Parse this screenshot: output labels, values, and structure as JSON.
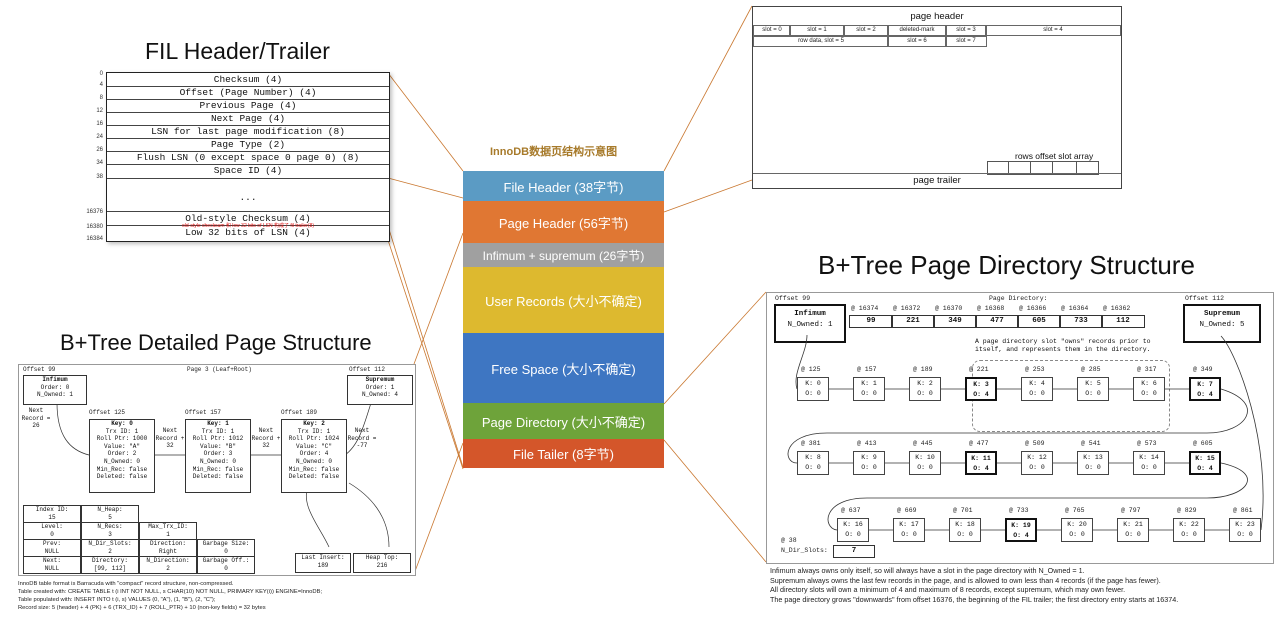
{
  "fil": {
    "title": "FIL Header/Trailer",
    "offsets": [
      "0",
      "4",
      "8",
      "12",
      "16",
      "24",
      "26",
      "34",
      "38",
      "16376",
      "16380",
      "16384"
    ],
    "rows": [
      "Checksum (4)",
      "Offset (Page Number) (4)",
      "Previous Page (4)",
      "Next Page (4)",
      "LSN for last page modification (8)",
      "Page Type (2)",
      "Flush LSN (0 except space 0 page 0) (8)",
      "Space ID (4)",
      "...",
      "Old-style Checksum (4)",
      "Low 32 bits of LSN (4)"
    ],
    "red_note": "old-style checksum 和 low 32 bits of LSN 构成了 fil trailer(8)"
  },
  "stack": {
    "title": "InnoDB数据页结构示意图",
    "segments": [
      {
        "label": "File Header (38字节)",
        "color": "#5b9bc4"
      },
      {
        "label": "Page Header (56字节)",
        "color": "#e07733"
      },
      {
        "label": "Infimum + supremum (26字节)",
        "color": "#a0a0a0"
      },
      {
        "label": "User Records (大小不确定)",
        "color": "#ddb92f"
      },
      {
        "label": "Free Space (大小不确定)",
        "color": "#3e76c2"
      },
      {
        "label": "Page Directory (大小不确定)",
        "color": "#6ea33a"
      },
      {
        "label": "File Tailer (8字节)",
        "color": "#d4562a"
      }
    ]
  },
  "page": {
    "header": "page header",
    "row1": [
      "slot = 0",
      "slot = 1",
      "slot = 2",
      "deleted-mark",
      "slot = 3",
      "slot = 4"
    ],
    "row2": [
      "row data, slot = 5",
      "slot = 6",
      "slot = 7"
    ],
    "offset_array": "rows offset slot array",
    "trailer": "page trailer"
  },
  "dir": {
    "title": "B+Tree Page Directory Structure",
    "offset99": "Offset 99",
    "offset112": "Offset 112",
    "pd_label": "Page Directory:",
    "pd_addrs": [
      "@ 16374",
      "@ 16372",
      "@ 16370",
      "@ 16368",
      "@ 16366",
      "@ 16364",
      "@ 16362"
    ],
    "pd_vals": [
      "99",
      "221",
      "349",
      "477",
      "605",
      "733",
      "112"
    ],
    "infimum": "Infimum",
    "infimum_owned": "N_Owned: 1",
    "supremum": "Supremum",
    "supremum_owned": "N_Owned: 5",
    "owns_note": "A page directory slot \"owns\" records prior to itself, and represents them in the directory.",
    "rows": [
      [
        {
          "at": "@ 125",
          "k": "K: 0",
          "o": "O: 0"
        },
        {
          "at": "@ 157",
          "k": "K: 1",
          "o": "O: 0"
        },
        {
          "at": "@ 189",
          "k": "K: 2",
          "o": "O: 0"
        },
        {
          "at": "@ 221",
          "k": "K: 3",
          "o": "O: 4",
          "b": 1
        },
        {
          "at": "@ 253",
          "k": "K: 4",
          "o": "O: 0"
        },
        {
          "at": "@ 285",
          "k": "K: 5",
          "o": "O: 0"
        },
        {
          "at": "@ 317",
          "k": "K: 6",
          "o": "O: 0"
        },
        {
          "at": "@ 349",
          "k": "K: 7",
          "o": "O: 4",
          "b": 1
        }
      ],
      [
        {
          "at": "@ 381",
          "k": "K: 8",
          "o": "O: 0"
        },
        {
          "at": "@ 413",
          "k": "K: 9",
          "o": "O: 0"
        },
        {
          "at": "@ 445",
          "k": "K: 10",
          "o": "O: 0"
        },
        {
          "at": "@ 477",
          "k": "K: 11",
          "o": "O: 4",
          "b": 1
        },
        {
          "at": "@ 509",
          "k": "K: 12",
          "o": "O: 0"
        },
        {
          "at": "@ 541",
          "k": "K: 13",
          "o": "O: 0"
        },
        {
          "at": "@ 573",
          "k": "K: 14",
          "o": "O: 0"
        },
        {
          "at": "@ 605",
          "k": "K: 15",
          "o": "O: 4",
          "b": 1
        }
      ],
      [
        {
          "at": "@ 637",
          "k": "K: 16",
          "o": "O: 0"
        },
        {
          "at": "@ 669",
          "k": "K: 17",
          "o": "O: 0"
        },
        {
          "at": "@ 701",
          "k": "K: 18",
          "o": "O: 0"
        },
        {
          "at": "@ 733",
          "k": "K: 19",
          "o": "O: 4",
          "b": 1
        },
        {
          "at": "@ 765",
          "k": "K: 20",
          "o": "O: 0"
        },
        {
          "at": "@ 797",
          "k": "K: 21",
          "o": "O: 0"
        },
        {
          "at": "@ 829",
          "k": "K: 22",
          "o": "O: 0"
        },
        {
          "at": "@ 861",
          "k": "K: 23",
          "o": "O: 0"
        }
      ]
    ],
    "ndir_at": "@ 38",
    "ndir_label": "N_Dir_Slots:",
    "ndir_val": "7",
    "notes": [
      "Infimum always owns only itself, so will always have a slot in the page directory with N_Owned = 1.",
      "Supremum always owns the last few records in the page, and is allowed to own less than 4 records (if the page has fewer).",
      "All directory slots will own a minimum of 4 and maximum of 8 records, except supremum, which may own fewer.",
      "The page directory grows \"downwards\" from offset 16376, the beginning of the FIL trailer; the first directory entry starts at 16374."
    ]
  },
  "det": {
    "title": "B+Tree Detailed Page Structure",
    "offset99": "Offset 99",
    "page": "Page 3 (Leaf+Root)",
    "offset112": "Offset 112",
    "infimum": [
      "Infimum",
      "Order: 0",
      "N_Owned: 1"
    ],
    "supremum": [
      "Supremum",
      "Order: 1",
      "N_Owned: 4"
    ],
    "next_labels": [
      "Next Record = 26",
      "Next Record + 32",
      "Next Record + 32",
      "Next Record = -77"
    ],
    "recs": [
      {
        "off": "Offset 125",
        "lines": [
          "Key: 0",
          "Trx ID: 1",
          "Roll Ptr: 1000",
          "Value: \"A\"",
          "Order: 2",
          "N_Owned: 0",
          "Min_Rec: false",
          "Deleted: false"
        ]
      },
      {
        "off": "Offset 157",
        "lines": [
          "Key: 1",
          "Trx ID: 1",
          "Roll Ptr: 1012",
          "Value: \"B\"",
          "Order: 3",
          "N_Owned: 0",
          "Min_Rec: false",
          "Deleted: false"
        ]
      },
      {
        "off": "Offset 189",
        "lines": [
          "Key: 2",
          "Trx ID: 1",
          "Roll Ptr: 1024",
          "Value: \"C\"",
          "Order: 4",
          "N_Owned: 0",
          "Min_Rec: false",
          "Deleted: false"
        ]
      }
    ],
    "table": [
      [
        "Index ID:",
        "15",
        "N_Heap:",
        "5",
        "",
        ""
      ],
      [
        "Level:",
        "0",
        "N_Recs:",
        "3",
        "Max_Trx_ID:",
        "1"
      ],
      [
        "Prev:",
        "NULL",
        "N_Dir_Slots:",
        "2",
        "Direction:",
        "Right",
        "Garbage Size:",
        "0"
      ],
      [
        "Next:",
        "NULL",
        "Directory:",
        "[99, 112]",
        "N_Direction:",
        "2",
        "Garbage Off.:",
        "0"
      ]
    ],
    "last_insert": [
      "Last Insert:",
      "189"
    ],
    "heap_top": [
      "Heap Top:",
      "216"
    ],
    "footer": [
      "InnoDB table format is Barracuda with \"compact\" record structure, non-compressed.",
      "Table created with: CREATE TABLE t (i INT NOT NULL, s CHAR(10) NOT NULL, PRIMARY KEY(i)) ENGINE=InnoDB;",
      "Table populated with: INSERT INTO t (i, s) VALUES (0, \"A\"), (1, \"B\"), (2, \"C\");",
      "Record size: 5 (header) + 4 (PK) + 6 (TRX_ID) + 7 (ROLL_PTR) + 10 (non-key fields) = 32 bytes"
    ]
  }
}
